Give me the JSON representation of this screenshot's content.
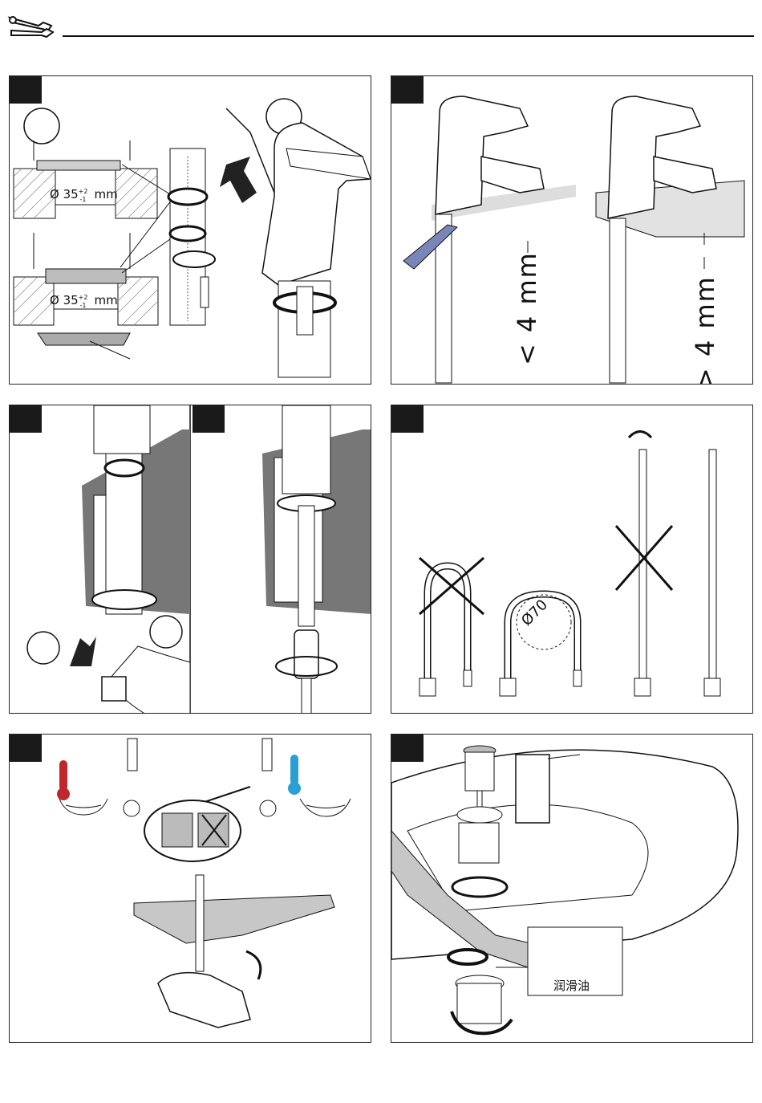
{
  "header": {
    "icon": "wrench-screwdriver-icon"
  },
  "panels": {
    "p1": {
      "dim_top": {
        "prefix": "Ø 35",
        "sup": "+2",
        "sub": "-1",
        "unit": "mm"
      },
      "dim_bottom": {
        "prefix": "Ø 35",
        "sup": "+2",
        "sub": "-1",
        "unit": "mm"
      }
    },
    "p2": {
      "left_label": "< 4 mm",
      "right_label": "> 4 mm"
    },
    "p4": {
      "bend_radius_label": "Ø70"
    },
    "p6": {
      "lubricant_label": "润滑油"
    }
  },
  "colors": {
    "hot": "#c0272d",
    "cold": "#2a9fd6",
    "shade": "#c7c7c7",
    "screwdriver": "#7a86b8"
  }
}
